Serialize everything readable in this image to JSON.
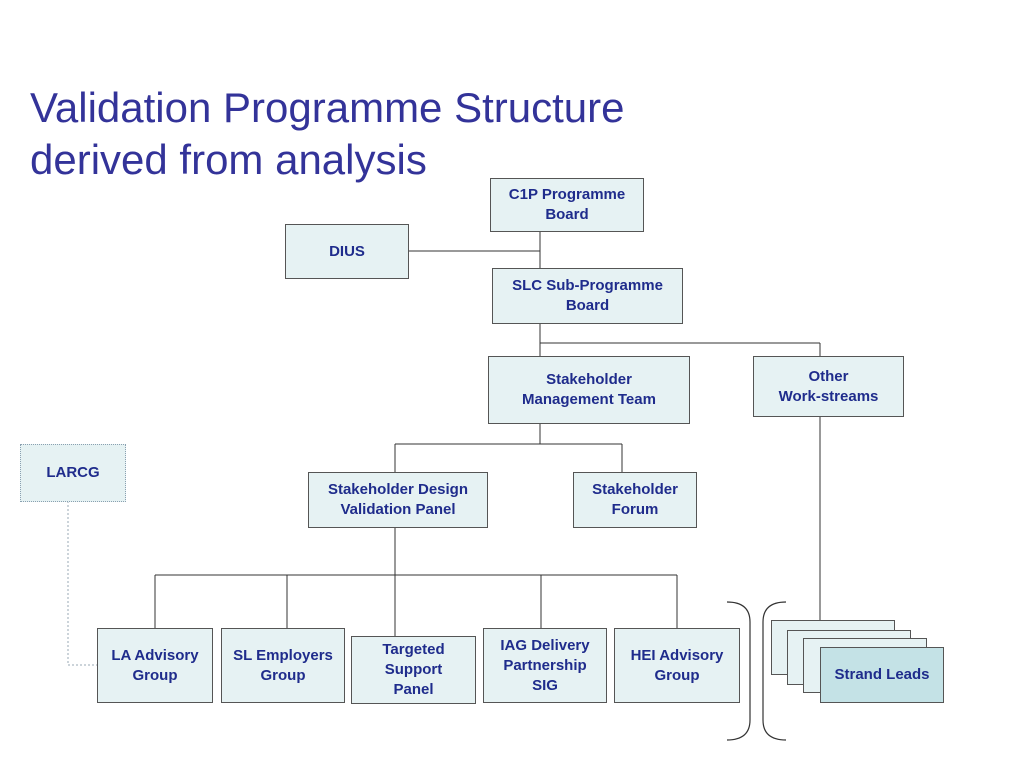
{
  "title": {
    "line1": "Validation Programme Structure",
    "line2": "derived from analysis"
  },
  "nodes": {
    "c1p_board": "C1P Programme\nBoard",
    "dius": "DIUS",
    "slc_board": "SLC Sub-Programme\nBoard",
    "stakeholder_mgmt": "Stakeholder\nManagement Team",
    "other_workstreams": "Other\nWork-streams",
    "larcg": "LARCG",
    "design_panel": "Stakeholder Design\nValidation Panel",
    "forum": "Stakeholder\nForum",
    "la_advisory": "LA Advisory\nGroup",
    "sl_employers": "SL Employers\nGroup",
    "targeted_support": "Targeted\nSupport\nPanel",
    "iag_delivery": "IAG Delivery\nPartnership\nSIG",
    "hei_advisory": "HEI Advisory\nGroup",
    "strand_leads": "Strand Leads"
  },
  "colors": {
    "title": "#333399",
    "node_text": "#1f2c8c",
    "node_fill": "#e6f2f3",
    "strand_fill": "#c4e2e6"
  }
}
